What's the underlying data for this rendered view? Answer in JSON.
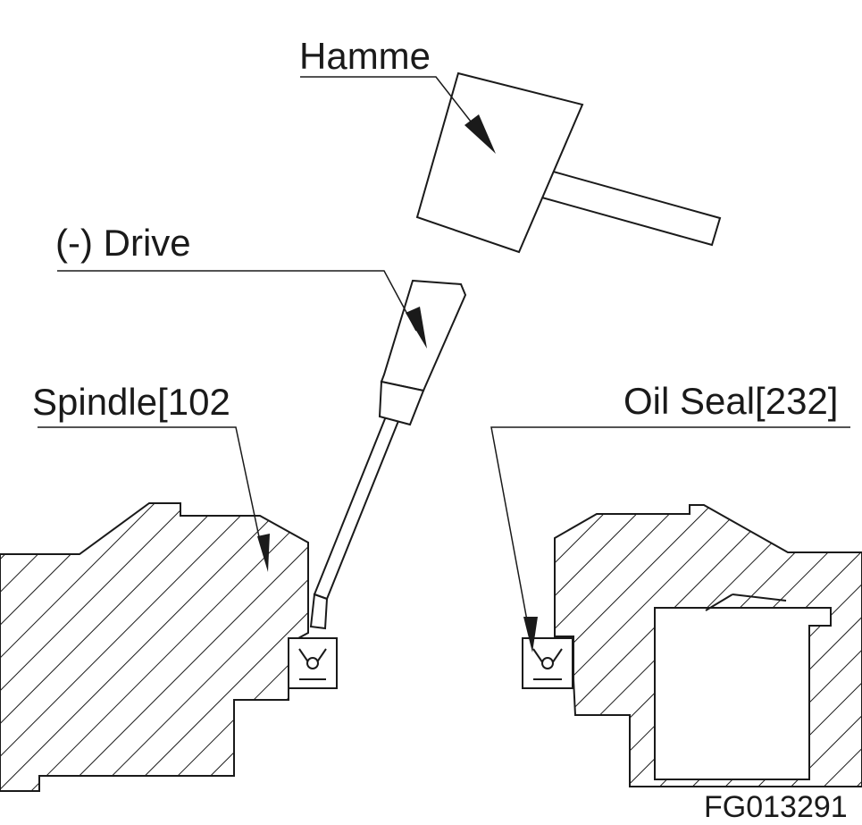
{
  "labels": {
    "hammer": "Hamme",
    "driver": "(-) Drive",
    "spindle": "Spindle[102",
    "oil_seal": "Oil Seal[232]"
  },
  "figure_id": "FG013291",
  "colors": {
    "ink": "#1a1a1a",
    "background": "#ffffff"
  }
}
